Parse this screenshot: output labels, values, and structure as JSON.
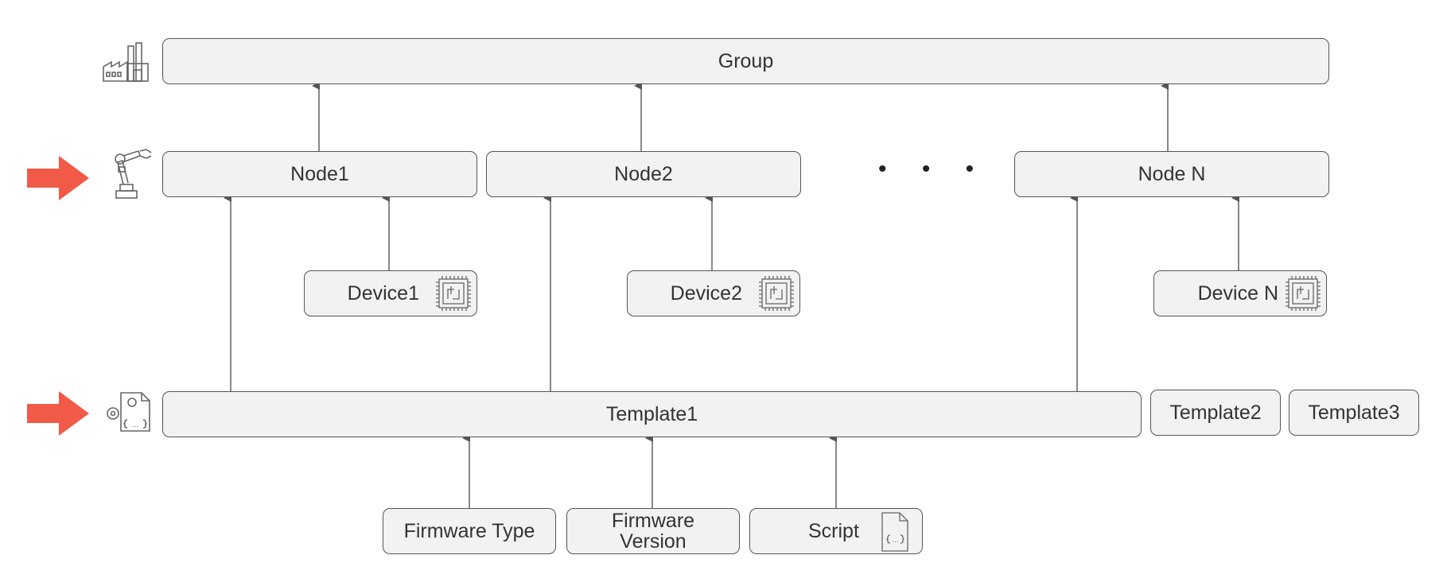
{
  "group": {
    "label": "Group"
  },
  "nodes": [
    {
      "label": "Node1"
    },
    {
      "label": "Node2"
    },
    {
      "label": "Node N"
    }
  ],
  "ellipsis": "• • •",
  "devices": [
    {
      "label": "Device1"
    },
    {
      "label": "Device2"
    },
    {
      "label": "Device N"
    }
  ],
  "templates": [
    {
      "label": "Template1"
    },
    {
      "label": "Template2"
    },
    {
      "label": "Template3"
    }
  ],
  "template_inputs": [
    {
      "label": "Firmware Type"
    },
    {
      "label": "Firmware Version"
    },
    {
      "label": "Script"
    }
  ],
  "colors": {
    "box_fill": "#f2f2f2",
    "box_border": "#555555",
    "connector": "#555555",
    "highlight_arrow": "#f15a47",
    "icon_stroke": "#666666"
  },
  "icons": {
    "group": "factory-icon",
    "node": "robot-arm-icon",
    "template": "config-file-icon",
    "device": "chip-icon",
    "script": "code-file-icon",
    "marker": "right-arrow-icon"
  }
}
